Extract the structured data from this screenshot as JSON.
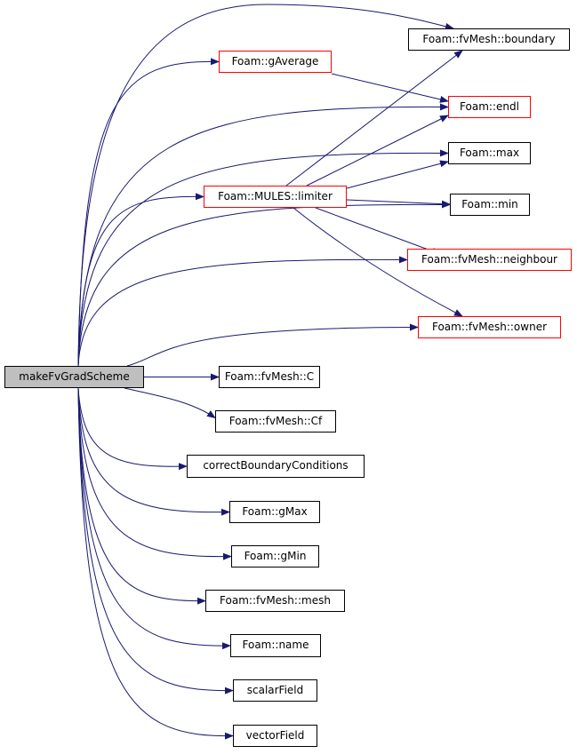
{
  "root": {
    "id": "makeFvGradScheme",
    "label": "makeFvGradScheme"
  },
  "nodes": [
    {
      "id": "boundary",
      "label": "Foam::fvMesh::boundary",
      "border": "#000000"
    },
    {
      "id": "gAverage",
      "label": "Foam::gAverage",
      "border": "#ff0000"
    },
    {
      "id": "endl",
      "label": "Foam::endl",
      "border": "#ff0000"
    },
    {
      "id": "max",
      "label": "Foam::max",
      "border": "#000000"
    },
    {
      "id": "limiter",
      "label": "Foam::MULES::limiter",
      "border": "#ff0000"
    },
    {
      "id": "min",
      "label": "Foam::min",
      "border": "#000000"
    },
    {
      "id": "neighbour",
      "label": "Foam::fvMesh::neighbour",
      "border": "#ff0000"
    },
    {
      "id": "owner",
      "label": "Foam::fvMesh::owner",
      "border": "#ff0000"
    },
    {
      "id": "C",
      "label": "Foam::fvMesh::C",
      "border": "#000000"
    },
    {
      "id": "Cf",
      "label": "Foam::fvMesh::Cf",
      "border": "#000000"
    },
    {
      "id": "cbc",
      "label": "correctBoundaryConditions",
      "border": "#000000"
    },
    {
      "id": "gMax",
      "label": "Foam::gMax",
      "border": "#000000"
    },
    {
      "id": "gMin",
      "label": "Foam::gMin",
      "border": "#000000"
    },
    {
      "id": "mesh",
      "label": "Foam::fvMesh::mesh",
      "border": "#000000"
    },
    {
      "id": "name",
      "label": "Foam::name",
      "border": "#000000"
    },
    {
      "id": "scalarField",
      "label": "scalarField",
      "border": "#000000"
    },
    {
      "id": "vectorField",
      "label": "vectorField",
      "border": "#000000"
    }
  ],
  "edges": [
    [
      "makeFvGradScheme",
      "boundary"
    ],
    [
      "makeFvGradScheme",
      "gAverage"
    ],
    [
      "makeFvGradScheme",
      "endl"
    ],
    [
      "makeFvGradScheme",
      "max"
    ],
    [
      "makeFvGradScheme",
      "limiter"
    ],
    [
      "makeFvGradScheme",
      "min"
    ],
    [
      "makeFvGradScheme",
      "neighbour"
    ],
    [
      "makeFvGradScheme",
      "owner"
    ],
    [
      "makeFvGradScheme",
      "C"
    ],
    [
      "makeFvGradScheme",
      "Cf"
    ],
    [
      "makeFvGradScheme",
      "cbc"
    ],
    [
      "makeFvGradScheme",
      "gMax"
    ],
    [
      "makeFvGradScheme",
      "gMin"
    ],
    [
      "makeFvGradScheme",
      "mesh"
    ],
    [
      "makeFvGradScheme",
      "name"
    ],
    [
      "makeFvGradScheme",
      "scalarField"
    ],
    [
      "makeFvGradScheme",
      "vectorField"
    ],
    [
      "gAverage",
      "endl"
    ],
    [
      "limiter",
      "boundary"
    ],
    [
      "limiter",
      "endl"
    ],
    [
      "limiter",
      "max"
    ],
    [
      "limiter",
      "min"
    ],
    [
      "limiter",
      "neighbour"
    ],
    [
      "limiter",
      "owner"
    ]
  ],
  "colors": {
    "edge": "#191970",
    "root_fill": "#bfbfbf"
  }
}
